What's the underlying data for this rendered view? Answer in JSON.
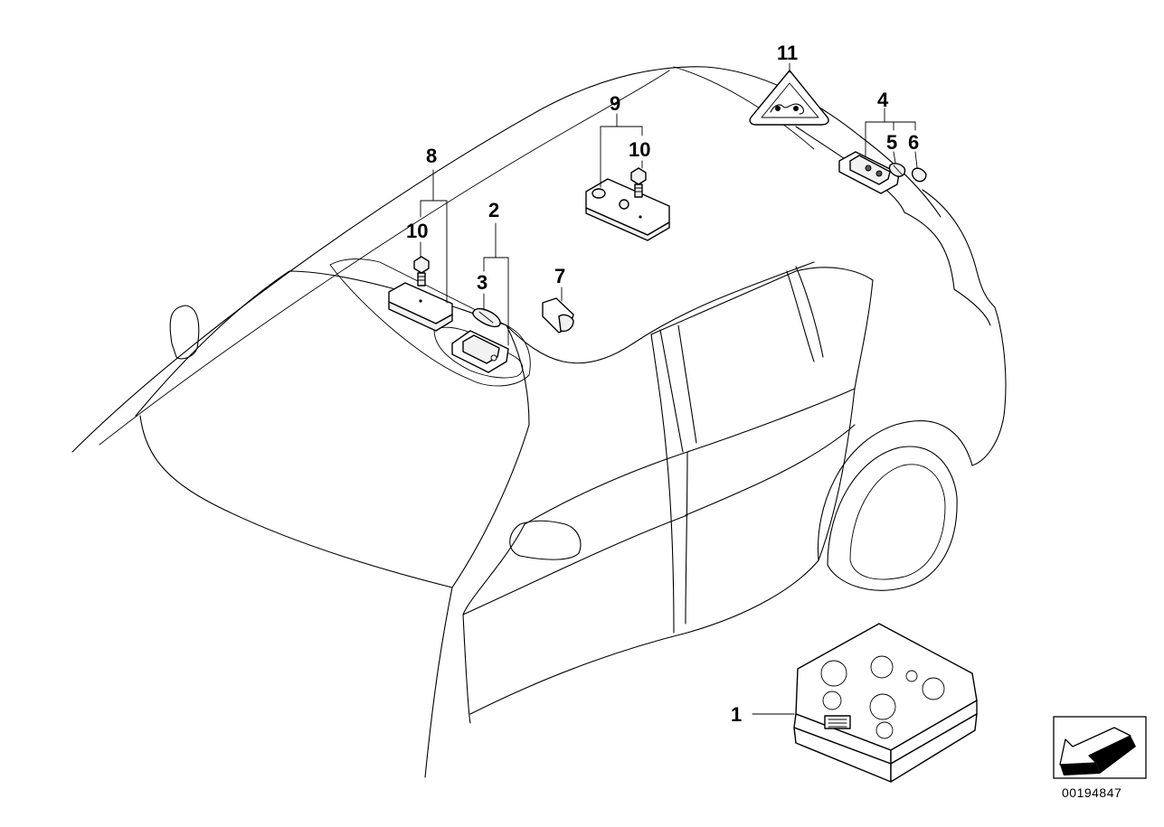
{
  "diagram": {
    "callouts": {
      "c1": "1",
      "c2": "2",
      "c3": "3",
      "c4": "4",
      "c5": "5",
      "c6": "6",
      "c7": "7",
      "c8": "8",
      "c9": "9",
      "c10a": "10",
      "c10b": "10",
      "c11": "11"
    },
    "reference_number": "00194847",
    "icons": [
      "car-outline-icon",
      "direction-arrow-icon",
      "warning-triangle-icon"
    ]
  }
}
